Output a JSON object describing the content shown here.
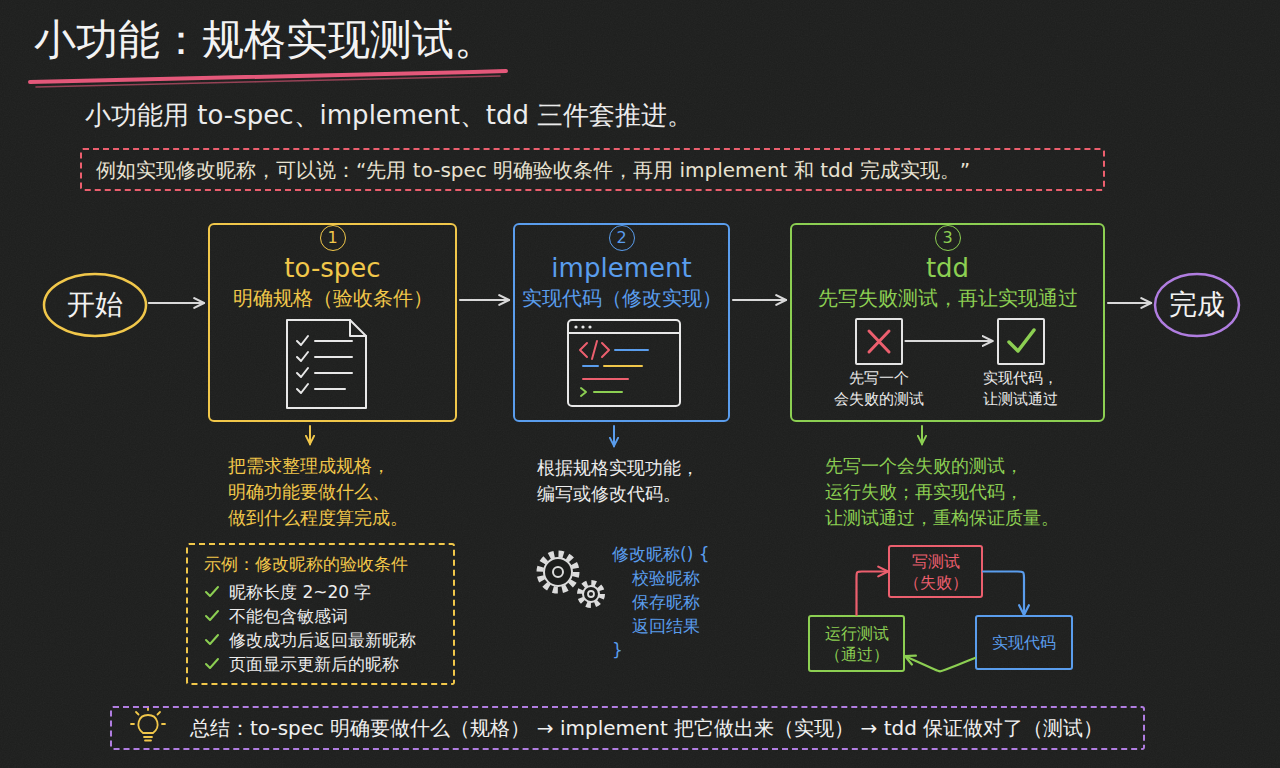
{
  "diagram": {
    "title": "小功能：规格实现测试。",
    "nodes": [
      {
        "text": [
          "例如实现修改昵称，可以说：“先用 to-spec 明确验收条件，再用 implement 和 tdd 完成实现。”"
        ]
      },
      {
        "text": [
          "开始"
        ]
      },
      {
        "text": [
          "1",
          "to-spec",
          "明确规格（验收条件）"
        ]
      },
      {
        "text": [
          "2",
          "implement",
          "实现代码（修改实现）"
        ]
      },
      {
        "text": [
          "3",
          "tdd",
          "先写失败测试，再让实现通过"
        ]
      },
      {
        "text": [
          "先写一个 会失败的测试"
        ],
        "in": 4
      },
      {
        "text": [
          "实现代码， 让测试通过"
        ],
        "in": 4
      },
      {
        "text": [
          "完成"
        ]
      },
      {
        "text": [
          "示例：修改昵称的验收条件",
          "昵称长度 2~20 字",
          "不能包含敏感词",
          "修改成功后返回最新昵称",
          "页面显示更新后的昵称"
        ]
      },
      {
        "text": [
          "写测试 （失败）"
        ]
      },
      {
        "text": [
          "实现代码"
        ]
      },
      {
        "text": [
          "运行测试 （通过）"
        ]
      },
      {
        "text": [
          "总结：to-spec 明确要做什么（规格） → implement 把它做出来（实现） → tdd 保证做对了（测试）"
        ]
      }
    ],
    "edges": [
      {
        "from": 1,
        "to": 2,
        "arrow": "to"
      },
      {
        "from": 2,
        "to": 3,
        "arrow": "to"
      },
      {
        "from": 3,
        "to": 4,
        "arrow": "to"
      },
      {
        "from": 4,
        "to": 7,
        "arrow": "to"
      },
      {
        "from": 5,
        "to": 6,
        "arrow": "to"
      },
      {
        "from": 9,
        "to": 10,
        "arrow": "to"
      },
      {
        "from": 10,
        "to": 11,
        "arrow": "to"
      },
      {
        "from": 11,
        "to": 9,
        "arrow": "to"
      }
    ],
    "labels": [
      "小功能用 to-spec、implement、tdd 三件套推进。",
      "把需求整理成规格， 明确功能要做什么、 做到什么程度算完成。",
      "根据规格实现功能， 编写或修改代码。",
      "先写一个会失败的测试， 运行失败；再实现代码， 让测试通过，重构保证质量。",
      "修改昵称() {",
      "校验昵称",
      "保存昵称",
      "返回结果",
      "}"
    ]
  }
}
